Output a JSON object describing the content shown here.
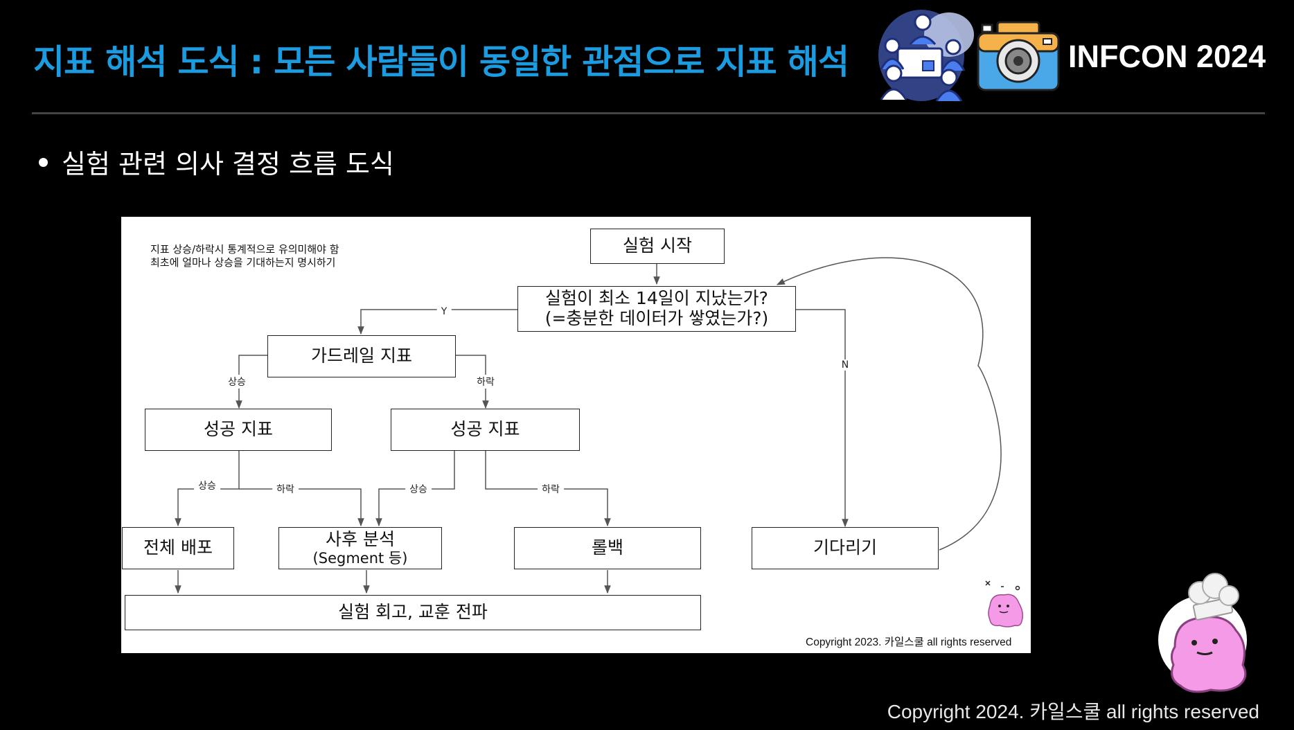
{
  "header": {
    "title": "지표 해석 도식 : 모든 사람들이 동일한 관점으로 지표 해석",
    "brand": "INFCON 2024"
  },
  "bullet": "실험 관련 의사 결정 흐름 도식",
  "diagram": {
    "note_lines": [
      "지표 상승/하락시 통계적으로 유의미해야 함",
      "최초에 얼마나 상승을 기대하는지 명시하기"
    ],
    "nodes": {
      "start": "실험 시작",
      "check_line1": "실험이 최소 14일이 지났는가?",
      "check_line2": "(=충분한 데이터가 쌓였는가?)",
      "guardrail": "가드레일 지표",
      "success_left": "성공 지표",
      "success_right": "성공 지표",
      "full_release": "전체 배포",
      "post_analysis_line1": "사후 분석",
      "post_analysis_line2": "(Segment 등)",
      "rollback": "롤백",
      "wait": "기다리기",
      "retro": "실험 회고, 교훈 전파"
    },
    "edge_labels": {
      "yes": "Y",
      "no": "N",
      "guard_up": "상승",
      "guard_down": "하락",
      "left_up": "상승",
      "left_down": "하락",
      "right_up": "상승",
      "right_down": "하락"
    },
    "copyright": "Copyright 2023. 카일스쿨 all rights reserved"
  },
  "footer": {
    "copyright": "Copyright 2024. 카일스쿨 all rights reserved"
  },
  "icons": {
    "people": "team-meeting-icon",
    "camera": "camera-icon",
    "mascot": "ditto-mascot-icon",
    "chef_mascot": "ditto-chef-mascot-icon"
  },
  "colors": {
    "title": "#1b9be0",
    "background": "#000000",
    "mascot": "#f59ae6",
    "camera_body": "#4aa8e8",
    "camera_top": "#f6b24a"
  }
}
